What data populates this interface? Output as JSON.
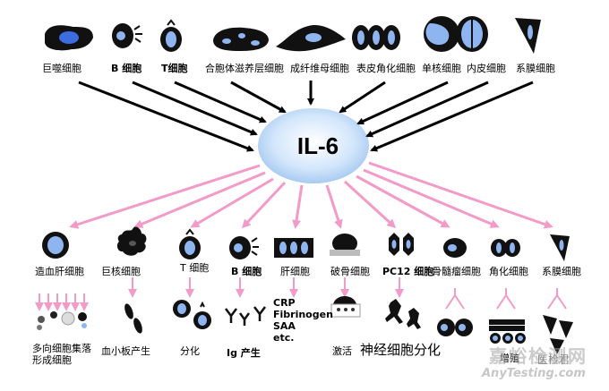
{
  "center": {
    "label": "IL-6"
  },
  "top_cells": [
    {
      "label": "巨噬细胞"
    },
    {
      "label": "B 细胞"
    },
    {
      "label": "T细胞"
    },
    {
      "label": "合胞体滋养层细胞"
    },
    {
      "label": "成纤维母细胞"
    },
    {
      "label": "表皮角化细胞"
    },
    {
      "label": "单核细胞"
    },
    {
      "label": "内皮细胞"
    },
    {
      "label": "系膜细胞"
    }
  ],
  "bottom_targets": [
    {
      "label": "造血肝细胞",
      "effect": "多向细胞集落形成细胞"
    },
    {
      "label": "巨核细胞",
      "effect": "血小板产生"
    },
    {
      "label": "T 细胞",
      "effect": "分化"
    },
    {
      "label": "B 细胞",
      "effect": "Ig 产生"
    },
    {
      "label": "肝细胞",
      "effect_lines": [
        "CRP",
        "Fibrinogen",
        "SAA",
        "etc."
      ]
    },
    {
      "label": "破骨细胞",
      "effect": "激活"
    },
    {
      "label": "PC12 细胞",
      "effect": "神经细胞分化"
    },
    {
      "label": "骨髓瘤细胞",
      "effect": "增殖"
    },
    {
      "label": "角化细胞",
      "effect": ""
    },
    {
      "label": "系膜细胞",
      "effect": ""
    }
  ],
  "watermark": {
    "line1": "嘉峪检测网",
    "line2": "AnyTesting.com",
    "tag": "医检君"
  },
  "colors": {
    "inflow_arrow": "#000000",
    "outflow_arrow": "#f29ac8",
    "center_fill": "#bcd6f5",
    "cell_fill": "#8fb5f0",
    "nucleus": "#1a1a1a"
  }
}
